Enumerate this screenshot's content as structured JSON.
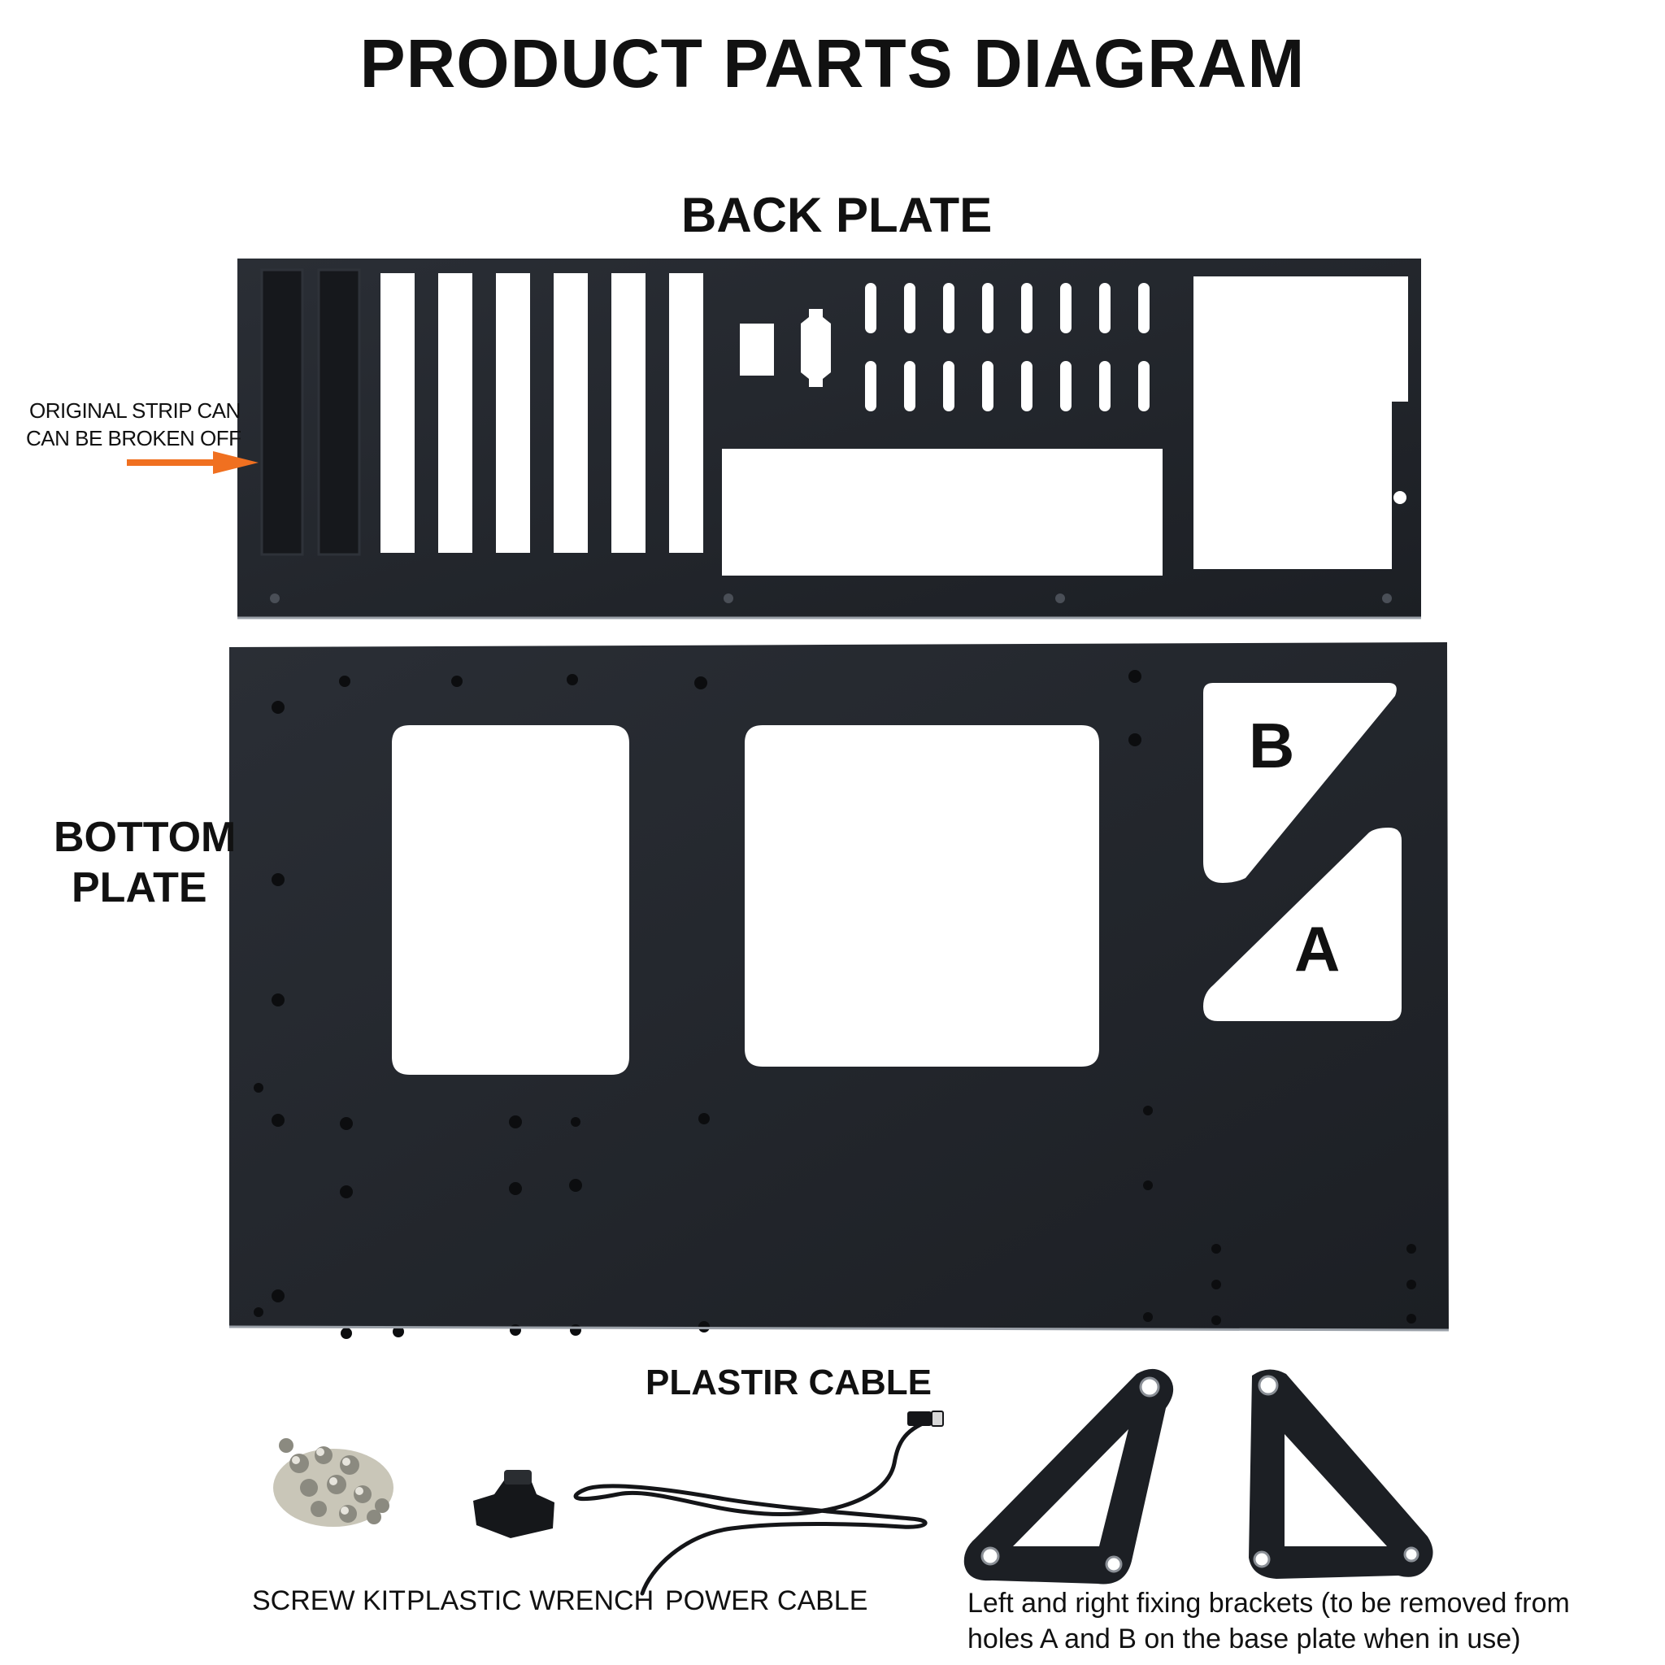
{
  "title": "PRODUCT PARTS DIAGRAM",
  "back_plate": {
    "label": "BACK PLATE",
    "annotation": [
      "ORIGINAL STRIP CAN",
      "CAN BE BROKEN OFF"
    ]
  },
  "bottom_plate": {
    "label": [
      "BOTTOM",
      "PLATE"
    ],
    "hole_b": "B",
    "hole_a": "A"
  },
  "accessories": {
    "cable_heading": "PLASTIR CABLE",
    "screw_kit": "SCREW KIT",
    "plastic_wrench": "PLASTIC WRENCH",
    "power_cable": "POWER CABLE",
    "brackets_note": "Left and right fixing brackets (to be removed from holes A and B on the base plate when in use)"
  },
  "colors": {
    "plate": "#1f2227",
    "arrow": "#f07020",
    "background": "#ffffff"
  }
}
